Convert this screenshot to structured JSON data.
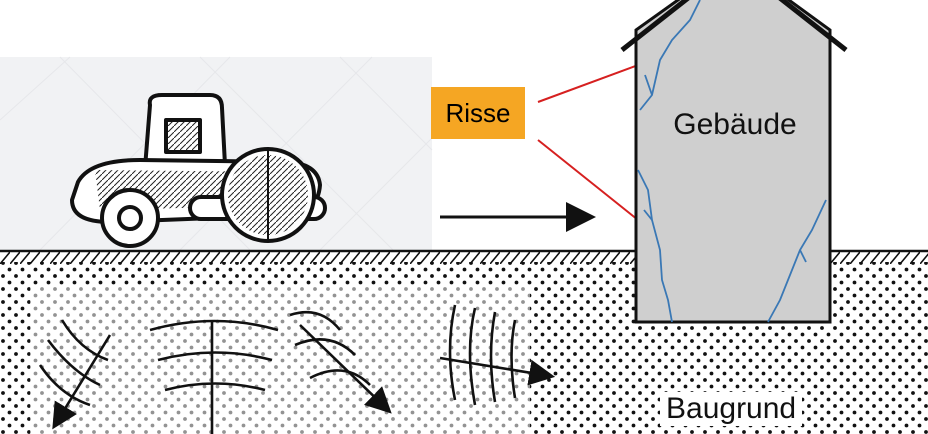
{
  "labels": {
    "cracks": "Risse",
    "building": "Gebäude",
    "subsoil": "Baugrund"
  },
  "colors": {
    "cracks_box": "#f5a623",
    "arrow_red": "#d62020",
    "building_fill": "#cfcfcf",
    "crack_lines": "#3a78b5",
    "soil_dots": "#111111",
    "photo_background": "#f1f2f4"
  },
  "icons": {
    "roller": "road-roller-icon",
    "direction": "arrow-right-icon"
  }
}
